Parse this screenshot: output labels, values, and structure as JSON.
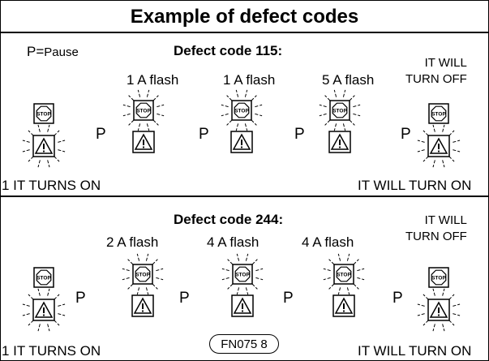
{
  "title": "Example of defect codes",
  "legend": "P=Pause",
  "pause_mark": "P",
  "icons": {
    "stop": "stop-sign-icon",
    "warning": "warning-triangle-icon",
    "flash": "flash-rays-icon"
  },
  "stop_text": "STOP",
  "section1": {
    "heading": "Defect code 115:",
    "steps": [
      "1 A flash",
      "1 A flash",
      "5 A flash"
    ],
    "end_label": "IT WILL\nTURN OFF",
    "start_caption": "1 IT TURNS ON",
    "end_caption": "IT WILL TURN ON"
  },
  "section2": {
    "heading": "Defect code 244:",
    "steps": [
      "2 A flash",
      "4 A flash",
      "4 A flash"
    ],
    "end_label": "IT WILL\nTURN OFF",
    "start_caption": "1 IT TURNS ON",
    "end_caption": "IT WILL TURN ON"
  },
  "figure_code": "FN075 8"
}
